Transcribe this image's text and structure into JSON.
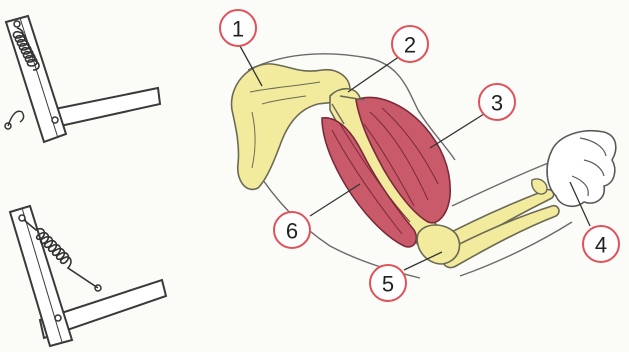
{
  "colors": {
    "bone": "#f2ea9c",
    "bone_outline": "#6b6a55",
    "muscle": "#c95a6a",
    "muscle_dark": "#7a2a3a",
    "skin_outline": "#5a5a5a",
    "callout_ring": "#e0525a",
    "callout_fill": "#ffffff",
    "wood_outline": "#3a3a3a",
    "spring": "#333333"
  },
  "callouts": [
    {
      "id": "1",
      "label": "1"
    },
    {
      "id": "2",
      "label": "2"
    },
    {
      "id": "3",
      "label": "3"
    },
    {
      "id": "4",
      "label": "4"
    },
    {
      "id": "5",
      "label": "5"
    },
    {
      "id": "6",
      "label": "6"
    }
  ]
}
